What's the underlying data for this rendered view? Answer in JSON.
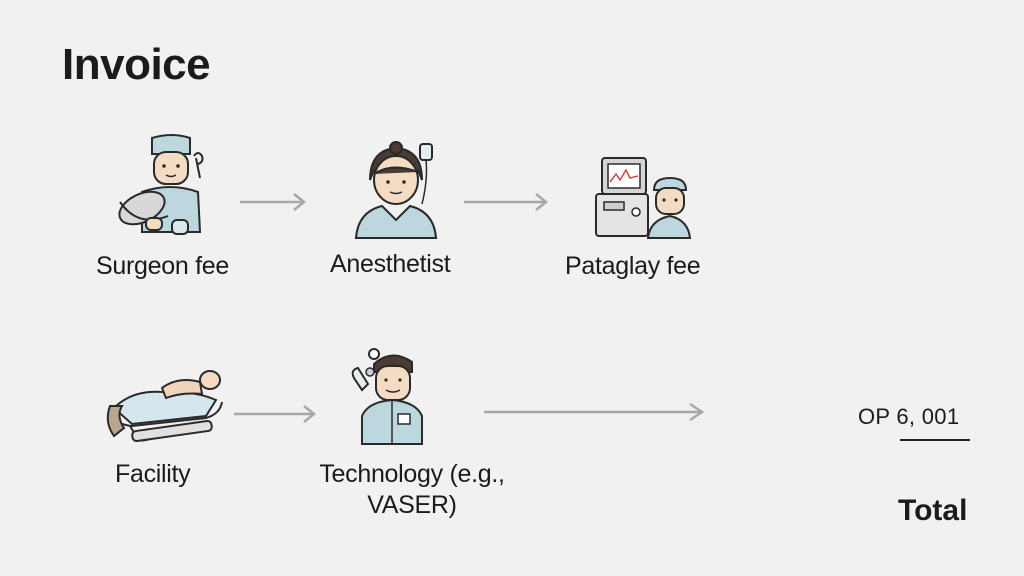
{
  "title": "Invoice",
  "items": [
    {
      "label": "Surgeon fee",
      "icon": "surgeon-icon"
    },
    {
      "label": "Anesthetist",
      "icon": "anesthetist-icon"
    },
    {
      "label": "Pataglay fee",
      "icon": "patient-monitor-icon"
    },
    {
      "label": "Facility",
      "icon": "hospital-bed-icon"
    },
    {
      "label_line1": "Technology (e.g.,",
      "label_line2": "VASER)",
      "icon": "technician-icon"
    }
  ],
  "amount": "OP 6, 001",
  "total_label": "Total",
  "colors": {
    "background": "#f1f1f1",
    "arrow": "#a7a7a7",
    "scrubs": "#bcd8de",
    "skin": "#f3dcc3",
    "outline": "#2a2a2a"
  }
}
